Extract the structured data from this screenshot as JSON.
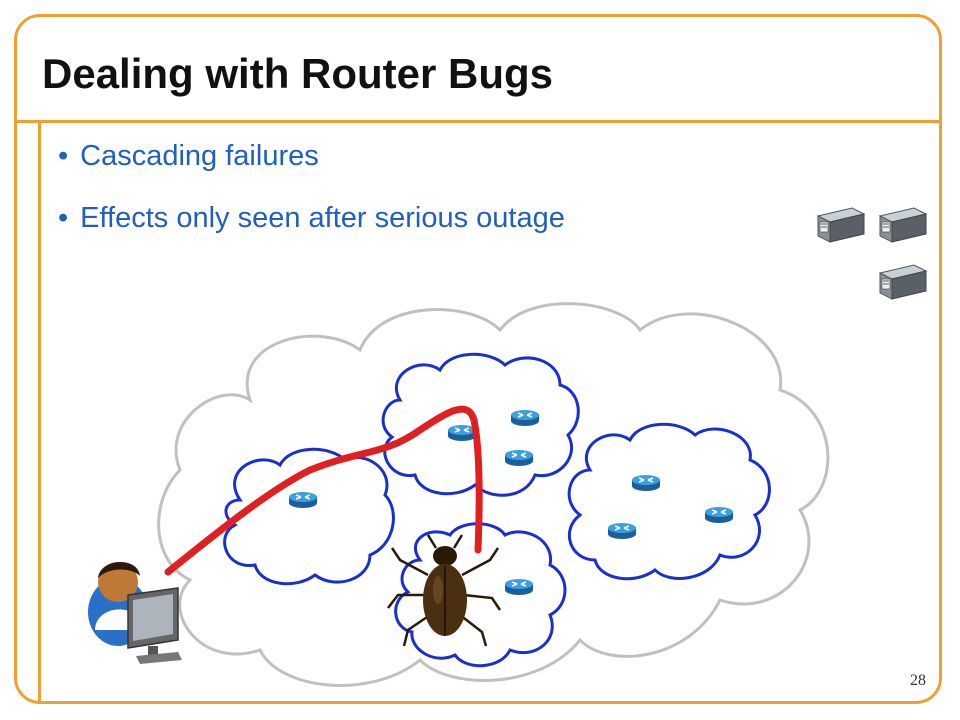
{
  "slide": {
    "title": "Dealing with Router Bugs",
    "bullets": [
      {
        "text": "Cascading failures"
      },
      {
        "text": "Effects only seen after serious outage"
      }
    ],
    "page_number": "28"
  },
  "colors": {
    "accent": "#f0a030",
    "bullet_text": "#1f5fbf",
    "cloud_outer": "#bbbbbb",
    "cloud_inner": "#1a2fd0",
    "path": "#e02020",
    "router": "#2a86c8"
  },
  "icons": [
    "server-icon",
    "router-icon",
    "user-computer-icon",
    "beetle-bug-icon"
  ]
}
